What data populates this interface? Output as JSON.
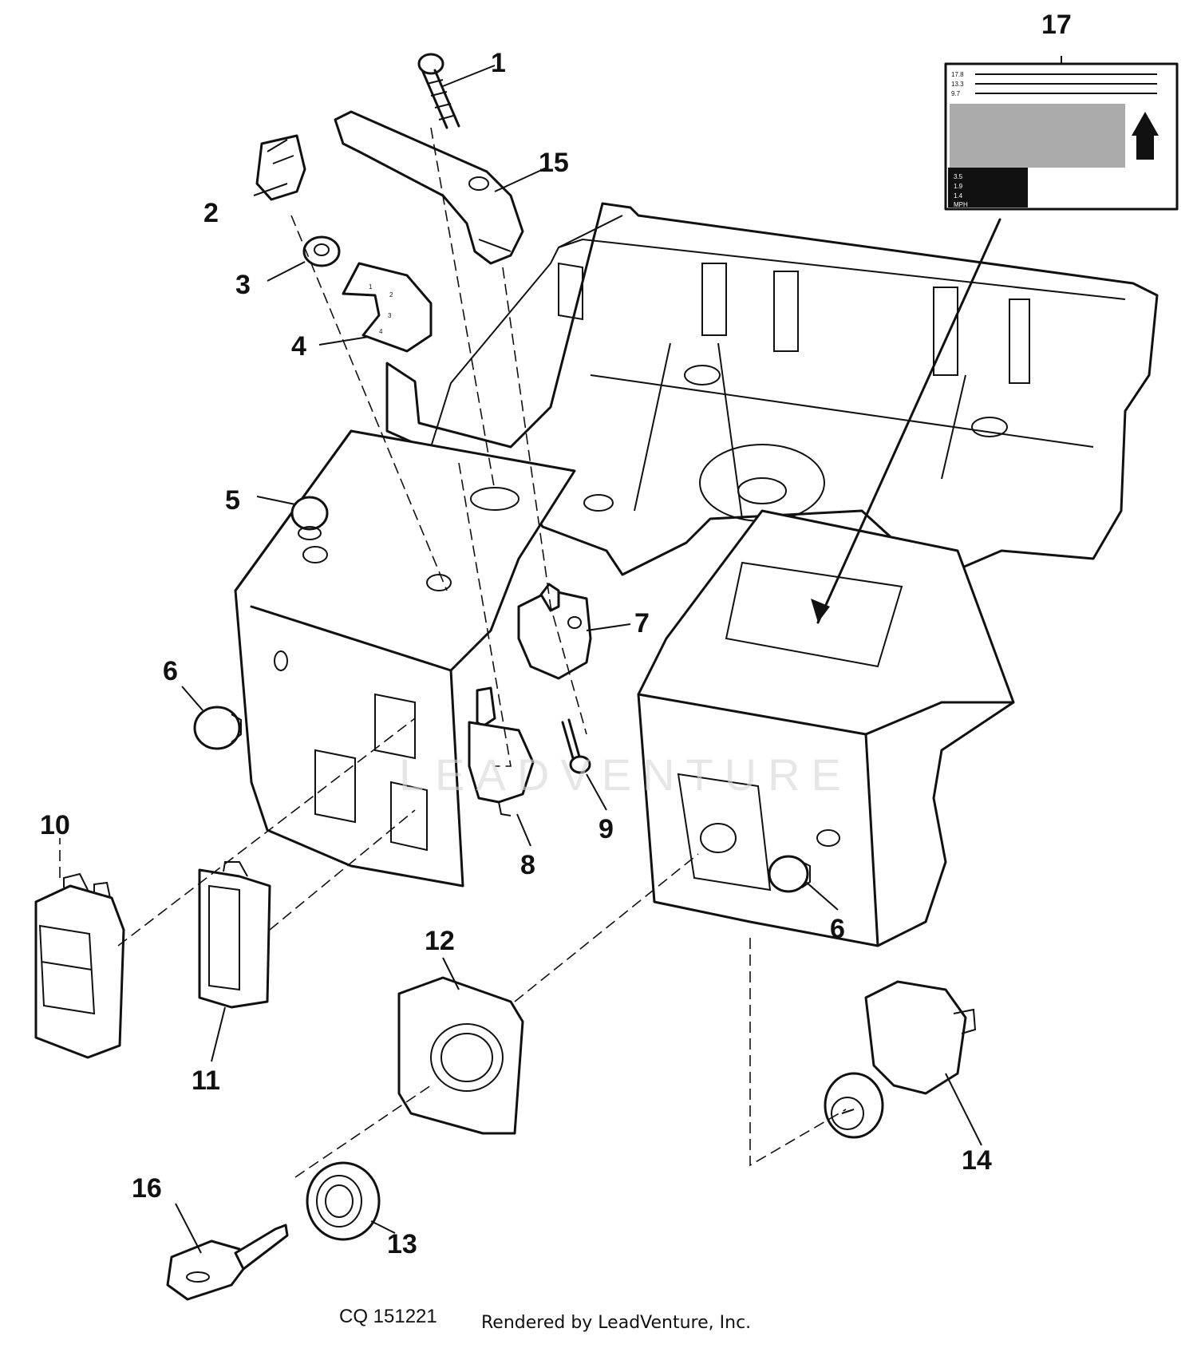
{
  "figure": {
    "code": "CQ 151221",
    "credit": "Rendered by LeadVenture, Inc.",
    "watermark": "LEADVENTURE"
  },
  "callouts": [
    "1",
    "2",
    "3",
    "4",
    "5",
    "6",
    "6",
    "7",
    "8",
    "9",
    "10",
    "11",
    "12",
    "13",
    "14",
    "15",
    "16",
    "17"
  ],
  "label17": {
    "rows": [
      "17.8",
      "13.3",
      "9.7"
    ],
    "gears": [
      "3.5",
      "1.9",
      "1.4"
    ],
    "unit": "MPH"
  },
  "part4_marks": [
    "1",
    "2",
    "3",
    "4"
  ]
}
